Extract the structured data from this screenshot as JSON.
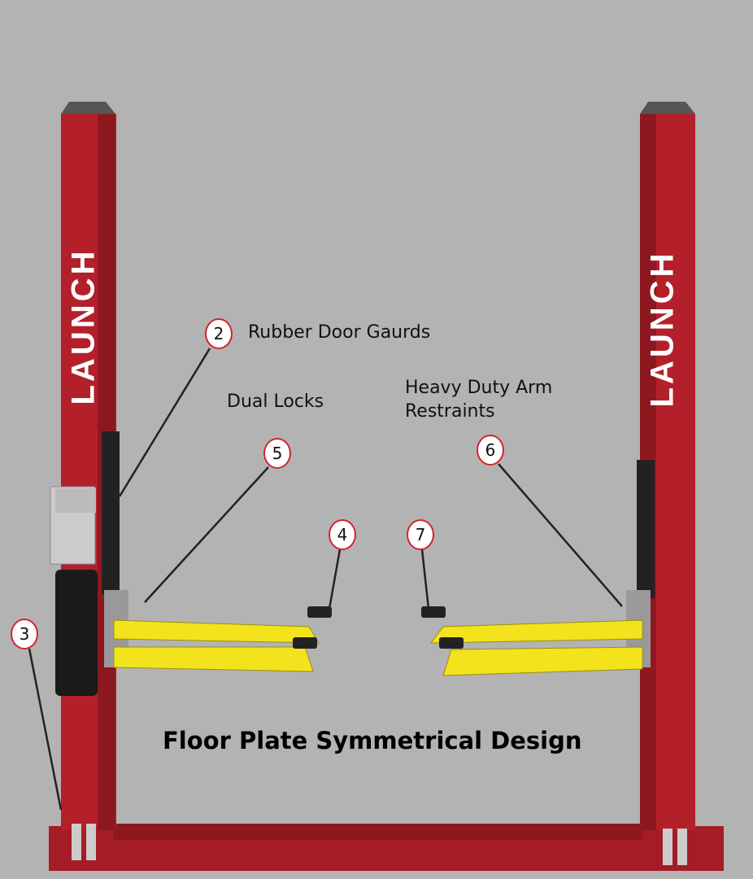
{
  "brand": {
    "left_post": "LAUNCH",
    "right_post": "LAUNCH"
  },
  "callouts": [
    {
      "number": "2",
      "label": "Rubber Door Gaurds"
    },
    {
      "number": "5",
      "label": "Dual Locks"
    },
    {
      "number": "4"
    },
    {
      "number": "3"
    },
    {
      "number": "6",
      "label_line1": "Heavy Duty Arm",
      "label_line2": "Restraints"
    },
    {
      "number": "7"
    }
  ],
  "title": "Floor Plate Symmetrical Design",
  "colors": {
    "background": "#b3b3b3",
    "post": "#b3202a",
    "arm": "#f2e31c",
    "callout_border": "#d2232a"
  }
}
